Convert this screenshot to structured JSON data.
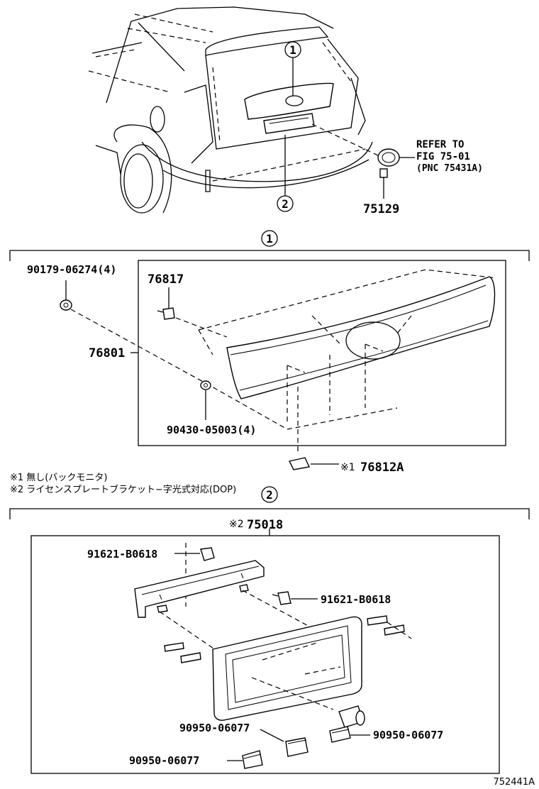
{
  "callouts": {
    "c1": "1",
    "c2": "2"
  },
  "top": {
    "refer_line1": "REFER TO",
    "refer_line2": "FIG 75-01",
    "refer_line3": "(PNC 75431A)",
    "part_75129": "75129"
  },
  "section1": {
    "part_90179": "90179-06274(4)",
    "part_76817": "76817",
    "part_76801": "76801",
    "part_90430": "90430-05003(4)",
    "part_76812A": "76812A",
    "note_ref1": "※1"
  },
  "notes": {
    "note1": "※1 無し(バックモニタ)",
    "note2": "※2 ライセンスプレートブラケット−字光式対応(DOP)"
  },
  "section2": {
    "part_75018": "75018",
    "note_ref2": "※2",
    "part_91621_a": "91621-B0618",
    "part_91621_b": "91621-B0618",
    "part_90950_a": "90950-06077",
    "part_90950_b": "90950-06077",
    "part_90950_c": "90950-06077"
  },
  "figure_id": "752441A"
}
